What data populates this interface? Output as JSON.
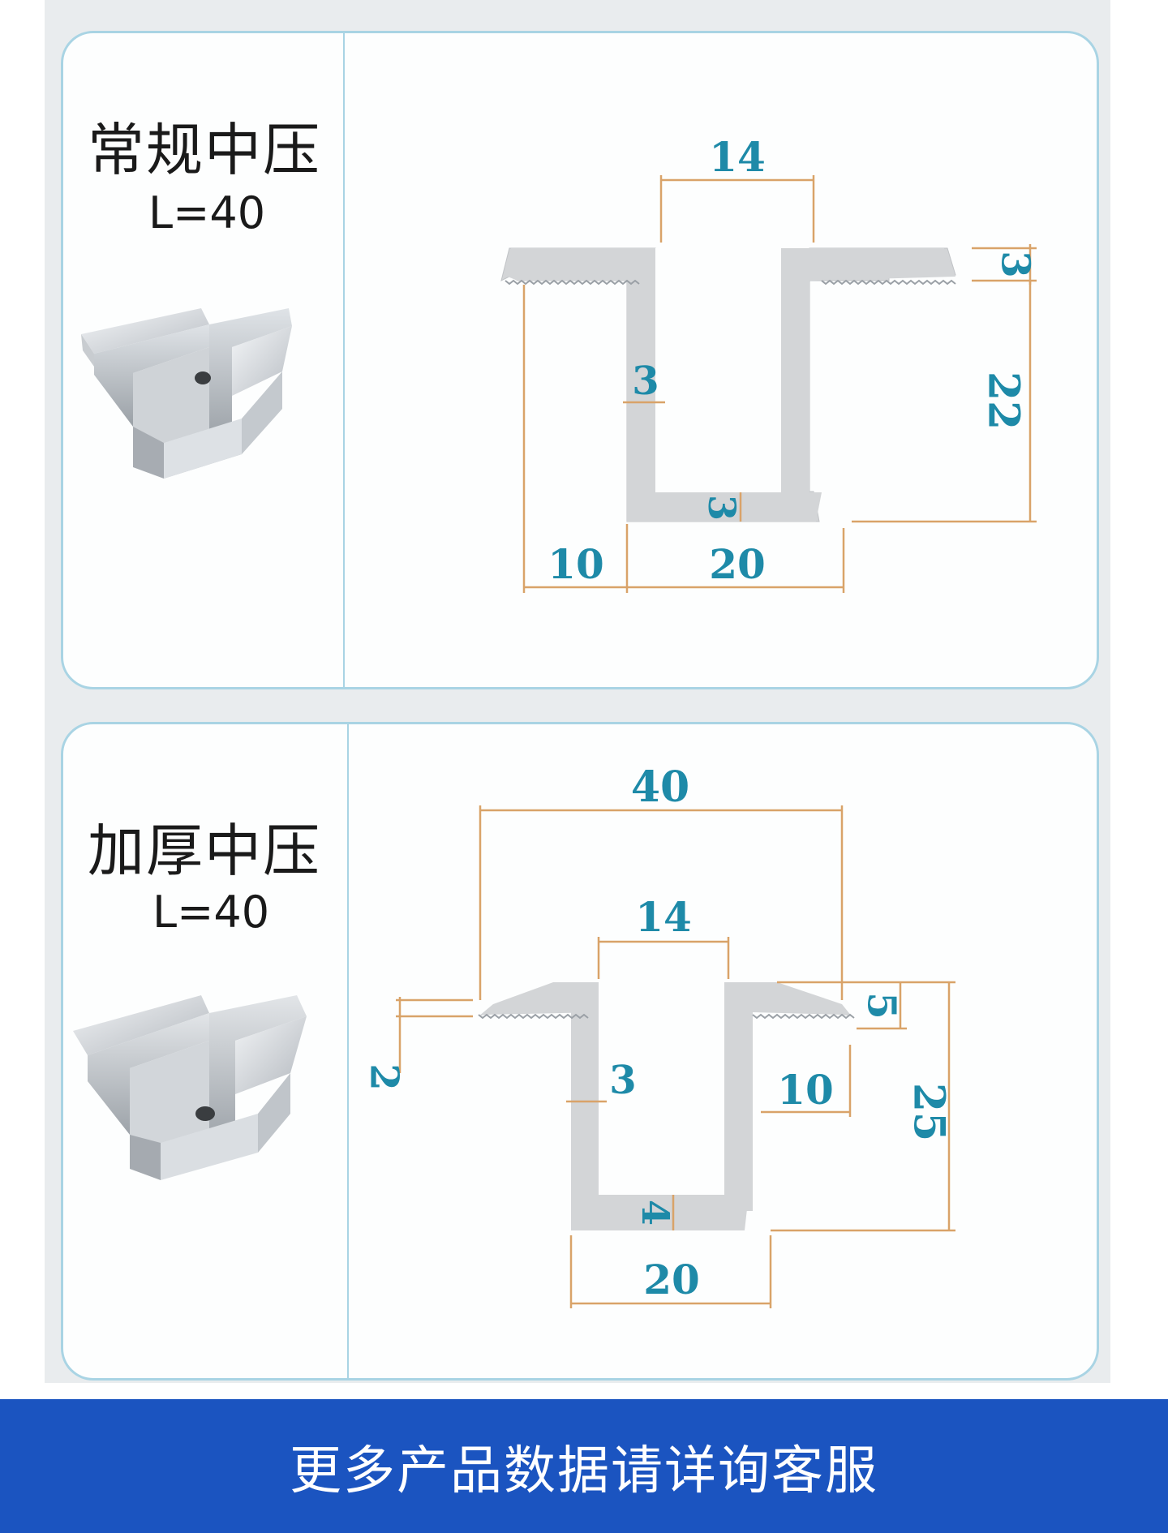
{
  "products": [
    {
      "title": "常规中压",
      "length": "L=40",
      "dims": {
        "top_gap": "14",
        "flange": "3",
        "wall": "3",
        "base": "3",
        "height": "22",
        "left": "10",
        "width": "20"
      }
    },
    {
      "title": "加厚中压",
      "length": "L=40",
      "dims": {
        "overall": "40",
        "top_gap": "14",
        "flange_end": "2",
        "flange_thk": "5",
        "wall": "3",
        "flange_len": "10",
        "height": "25",
        "base": "4",
        "width": "20"
      }
    }
  ],
  "footer": {
    "text": "更多产品数据请详询客服"
  },
  "colors": {
    "dimension_line": "#d9a369",
    "dimension_text": "#1e8aa8",
    "profile": "#d3d5d7",
    "banner": "#1b54c0",
    "card_border": "#a9d4e4"
  }
}
